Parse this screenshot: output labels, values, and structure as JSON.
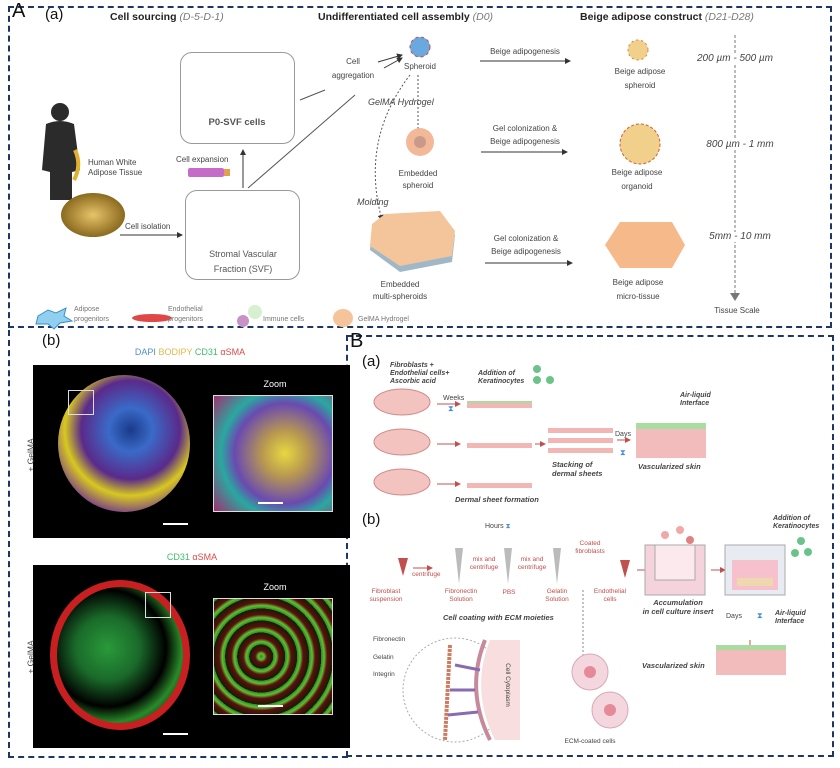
{
  "panel_A": {
    "label": "A",
    "sub_a": "(a)",
    "headers": {
      "sourcing": "Cell sourcing",
      "sourcing_days": "(D-5-D-1)",
      "assembly": "Undifferentiated cell assembly",
      "assembly_days": "(D0)",
      "construct": "Beige adipose construct",
      "construct_days": "(D21-D28)"
    },
    "human_tissue": "Human White Adipose Tissue",
    "cell_isolation": "Cell isolation",
    "cell_expansion": "Cell expansion",
    "p0_svf": "P0-SVF cells",
    "svf_line1": "Stromal Vascular",
    "svf_line2": "Fraction (SVF)",
    "cell_aggregation_1": "Cell",
    "cell_aggregation_2": "aggregation",
    "spheroid": "Spheroid",
    "gelma_hydrogel": "GelMA Hydrogel",
    "embedded_spheroid_1": "Embedded",
    "embedded_spheroid_2": "spheroid",
    "molding": "Molding",
    "embedded_multi_1": "Embedded",
    "embedded_multi_2": "multi-spheroids",
    "arrows": [
      {
        "line1": "Beige adipogenesis",
        "line2": ""
      },
      {
        "line1": "Gel colonization &",
        "line2": "Beige adipogenesis"
      },
      {
        "line1": "Gel colonization &",
        "line2": "Beige adipogenesis"
      }
    ],
    "outputs": [
      {
        "line1": "Beige adipose",
        "line2": "spheroid"
      },
      {
        "line1": "Beige adipose",
        "line2": "organoid"
      },
      {
        "line1": "Beige adipose",
        "line2": "micro-tissue"
      }
    ],
    "scales": [
      "200 µm - 500 µm",
      "800 µm - 1 mm",
      "5mm - 10 mm"
    ],
    "scale_label": "Tissue Scale",
    "legend": [
      {
        "line1": "Adipose",
        "line2": "progenitors"
      },
      {
        "line1": "Endothelial",
        "line2": "progenitors"
      },
      {
        "line1": "Immune cells",
        "line2": ""
      },
      {
        "line1": "GelMA Hydrogel",
        "line2": ""
      }
    ]
  },
  "panel_Ab": {
    "label": "(b)",
    "stain1": [
      {
        "text": "DAPI",
        "color": "#4a90d9"
      },
      {
        "text": "BODIPY",
        "color": "#e0b94a"
      },
      {
        "text": "CD31",
        "color": "#3cbf6a"
      },
      {
        "text": "αSMA",
        "color": "#e04848"
      }
    ],
    "stain2": [
      {
        "text": "CD31",
        "color": "#3cbf6a"
      },
      {
        "text": "αSMA",
        "color": "#e04848"
      }
    ],
    "zoom_label": "Zoom",
    "condition": "+ GelMA"
  },
  "panel_B": {
    "label": "B",
    "sub_a": "(a)",
    "sub_b": "(b)",
    "a": {
      "start": "Fibroblasts + Endothelial cells+ Ascorbic acid",
      "start_lines": [
        "Fibroblasts +",
        "Endothelial cells+",
        "Ascorbic acid"
      ],
      "weeks": "Weeks",
      "keratinocytes_1": "Addition of",
      "keratinocytes_2": "Keratinocytes",
      "dermal_sheet": "Dermal sheet formation",
      "stacking_1": "Stacking of",
      "stacking_2": "dermal sheets",
      "days": "Days",
      "air_liquid_1": "Air-liquid",
      "air_liquid_2": "Interface",
      "vascularized": "Vascularized skin"
    },
    "b": {
      "hours": "Hours",
      "fibroblast_1": "Fibroblast",
      "fibroblast_2": "suspension",
      "centrifuge": "centrifuge",
      "fibronectin_1": "Fibronectin",
      "fibronectin_2": "Solution",
      "mix_1": "mix and",
      "mix_2": "centrifuge",
      "pbs": "PBS",
      "gelatin_1": "Gelatin",
      "gelatin_2": "Solution",
      "coated_1": "Coated",
      "coated_2": "fibroblasts",
      "endothelial_1": "Endothelial",
      "endothelial_2": "cells",
      "coating": "Cell coating with ECM moieties",
      "accumulation_1": "Accumulation",
      "accumulation_2": "in cell culture insert",
      "keratinocytes_1": "Addition of",
      "keratinocytes_2": "Keratinocytes",
      "days": "Days",
      "air_liquid_1": "Air-liquid",
      "air_liquid_2": "Interface",
      "vascularized": "Vascularized skin",
      "fibronectin_lbl": "Fibronectin",
      "gelatin_lbl": "Gelatin",
      "integrin_lbl": "Integrin",
      "cytoplasm": "Cell Cytoplasm",
      "ecm_cells": "ECM-coated cells"
    }
  }
}
